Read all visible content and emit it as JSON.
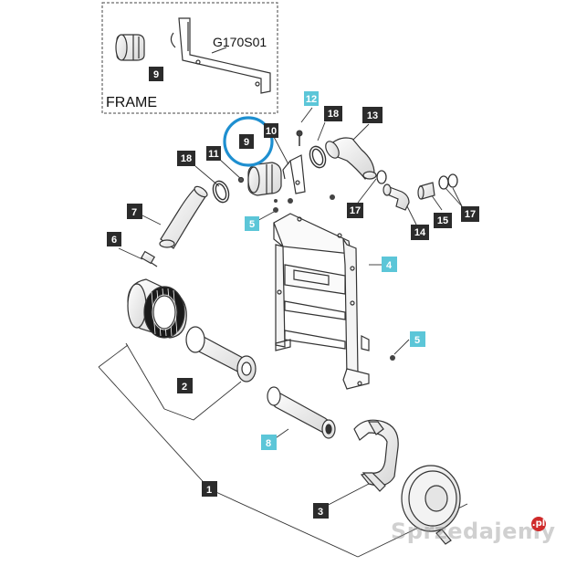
{
  "inset": {
    "frame_label": "FRAME",
    "code": "G170S01"
  },
  "callouts": {
    "c1": "1",
    "c2": "2",
    "c3": "3",
    "c4": "4",
    "c5a": "5",
    "c5b": "5",
    "c6": "6",
    "c7": "7",
    "c8": "8",
    "c9_inset": "9",
    "c9_main": "9",
    "c10": "10",
    "c11": "11",
    "c12": "12",
    "c13": "13",
    "c14": "14",
    "c15": "15",
    "c17a": "17",
    "c17b": "17",
    "c18a": "18",
    "c18b": "18"
  },
  "colors": {
    "dark_callout": "#2b2b2b",
    "cyan_callout": "#5cc6d8",
    "highlight_circle": "#1e8fd0",
    "line": "#333333"
  },
  "watermark": {
    "text": "Sprzedajemy",
    "suffix": ".pl"
  }
}
